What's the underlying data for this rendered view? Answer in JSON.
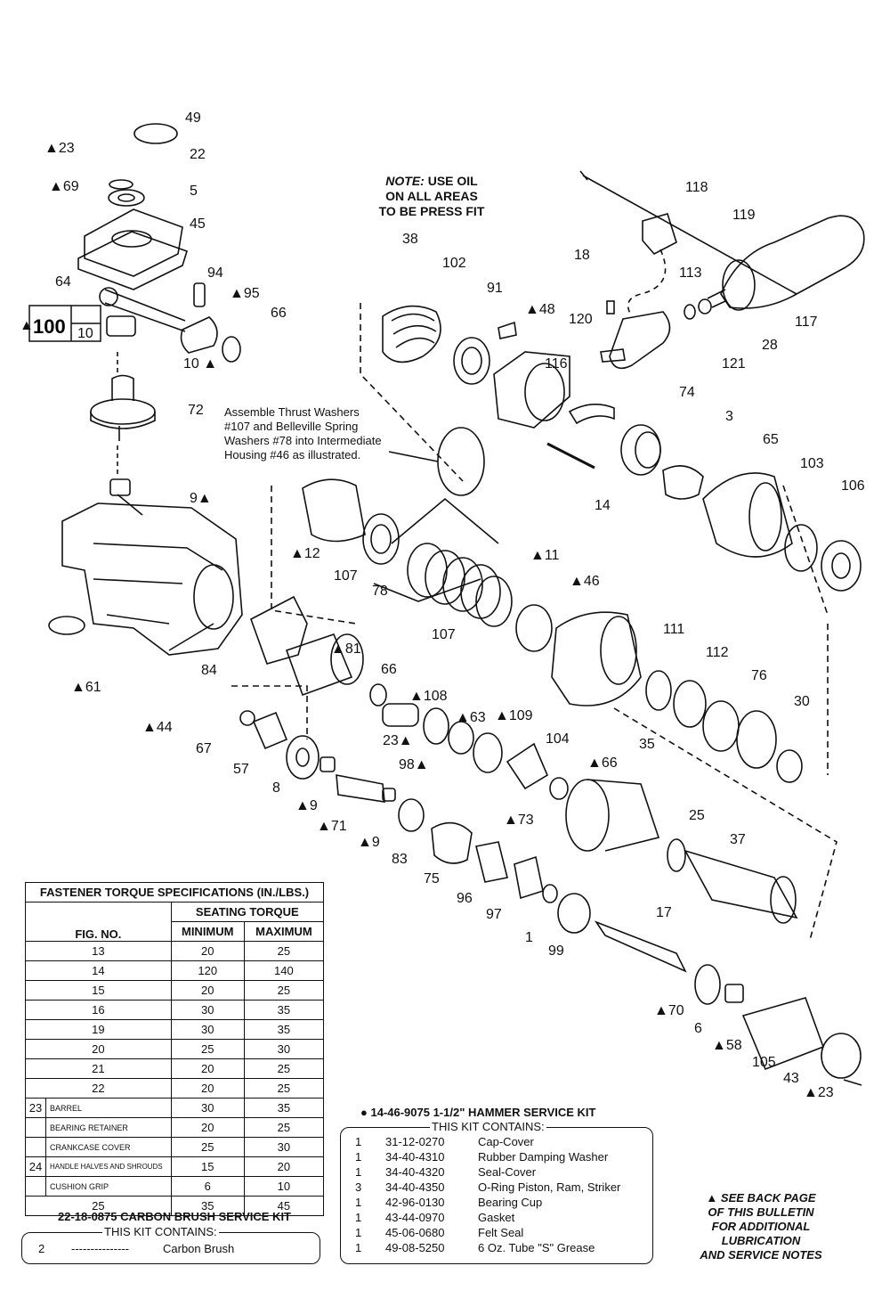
{
  "note": {
    "prefix": "NOTE:",
    "lines": [
      "USE OIL",
      "ON ALL AREAS",
      "TO BE PRESS FIT"
    ]
  },
  "assemble_note": [
    "Assemble Thrust Washers",
    "#107 and Belleville Spring",
    "Washers #78 into Intermediate",
    "Housing #46 as illustrated."
  ],
  "callouts": [
    "49",
    "▲23",
    "22",
    "▲69",
    "5",
    "45",
    "64",
    "94",
    "▲95",
    "66",
    "10",
    "10 ▲",
    "72",
    "9▲",
    "▲61",
    "▲44",
    "118",
    "119",
    "113",
    "117",
    "28",
    "18",
    "91",
    "102",
    "38",
    "▲48",
    "120",
    "121",
    "116",
    "74",
    "3",
    "65",
    "103",
    "106",
    "14",
    "▲12",
    "107",
    "78",
    "▲11",
    "▲46",
    "107",
    "▲81",
    "66",
    "84",
    "▲108",
    "▲63",
    "▲109",
    "104",
    "67",
    "57",
    "8",
    "23▲",
    "98▲",
    "▲9",
    "▲71",
    "▲9",
    "83",
    "75",
    "96",
    "97",
    "1",
    "99",
    "▲66",
    "▲73",
    "25",
    "37",
    "17",
    "111",
    "112",
    "76",
    "30",
    "35",
    "▲70",
    "6",
    "▲58",
    "105",
    "43",
    "▲23"
  ],
  "kit_100": {
    "top": "100",
    "bottom": "10",
    "marker": "▲"
  },
  "torque": {
    "title": "FASTENER TORQUE SPECIFICATIONS (IN./LBS.)",
    "seating": "SEATING TORQUE",
    "headers": [
      "FIG. NO.",
      "MINIMUM",
      "MAXIMUM"
    ],
    "rows": [
      [
        "13",
        "20",
        "25"
      ],
      [
        "14",
        "120",
        "140"
      ],
      [
        "15",
        "20",
        "25"
      ],
      [
        "16",
        "30",
        "35"
      ],
      [
        "19",
        "30",
        "35"
      ],
      [
        "20",
        "25",
        "30"
      ],
      [
        "21",
        "20",
        "25"
      ],
      [
        "22",
        "20",
        "25"
      ]
    ],
    "group23": {
      "fig": "23",
      "rows": [
        [
          "BARREL",
          "30",
          "35"
        ],
        [
          "BEARING RETAINER",
          "20",
          "25"
        ],
        [
          "CRANKCASE COVER",
          "25",
          "30"
        ]
      ]
    },
    "group24": {
      "fig": "24",
      "rows": [
        [
          "HANDLE HALVES AND SHROUDS",
          "15",
          "20"
        ],
        [
          "CUSHION GRIP",
          "6",
          "10"
        ]
      ]
    },
    "last": [
      "25",
      "35",
      "45"
    ]
  },
  "carbon_kit": {
    "title": "22-18-0875 CARBON BRUSH SERVICE KIT",
    "contains": "THIS KIT CONTAINS:",
    "qty": "2",
    "dashes": "---------------",
    "item": "Carbon Brush"
  },
  "hammer_kit": {
    "title": "● 14-46-9075 1-1/2\" HAMMER SERVICE KIT",
    "contains": "THIS KIT CONTAINS:",
    "items": [
      [
        "1",
        "31-12-0270",
        "Cap-Cover"
      ],
      [
        "1",
        "34-40-4310",
        "Rubber Damping Washer"
      ],
      [
        "1",
        "34-40-4320",
        "Seal-Cover"
      ],
      [
        "3",
        "34-40-4350",
        "O-Ring  Piston, Ram, Striker"
      ],
      [
        "1",
        "42-96-0130",
        "Bearing Cup"
      ],
      [
        "1",
        "43-44-0970",
        "Gasket"
      ],
      [
        "1",
        "45-06-0680",
        "Felt Seal"
      ],
      [
        "1",
        "49-08-5250",
        "6 Oz. Tube \"S\" Grease"
      ]
    ]
  },
  "back_note": [
    "▲ SEE BACK PAGE",
    "OF THIS BULLETIN",
    "FOR ADDITIONAL",
    "LUBRICATION",
    "AND SERVICE NOTES"
  ]
}
